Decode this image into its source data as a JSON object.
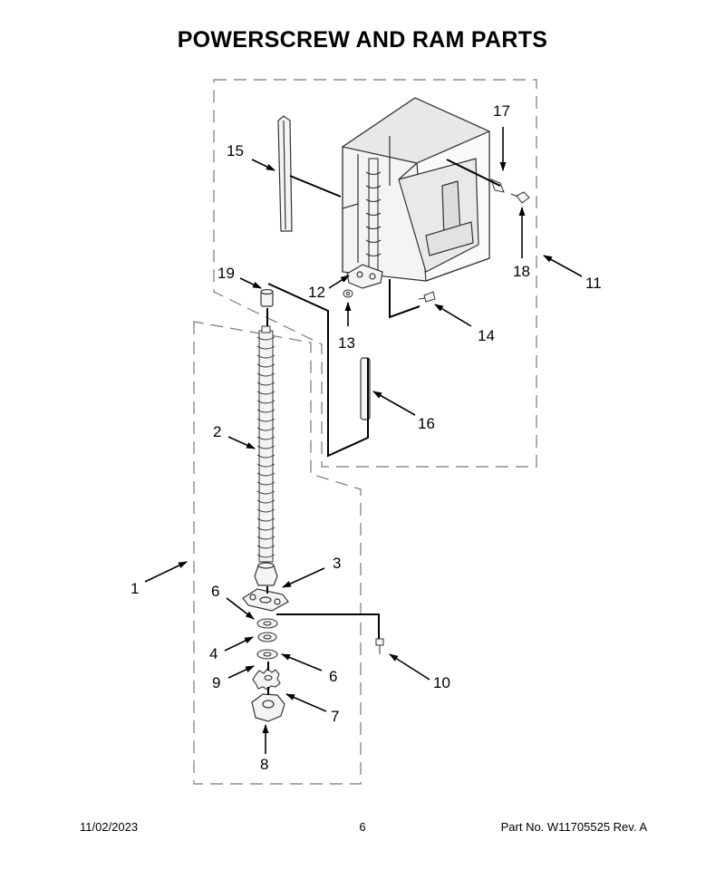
{
  "page": {
    "title": "POWERSCREW AND RAM PARTS",
    "date": "11/02/2023",
    "page_number": "6",
    "part_number": "Part No.  W11705525  Rev.  A"
  },
  "callouts": {
    "c1": "1",
    "c2": "2",
    "c3": "3",
    "c4": "4",
    "c6a": "6",
    "c6b": "6",
    "c7": "7",
    "c8": "8",
    "c9": "9",
    "c10": "10",
    "c11": "11",
    "c12": "12",
    "c13": "13",
    "c14": "14",
    "c15": "15",
    "c16": "16",
    "c17": "17",
    "c18": "18",
    "c19": "19"
  },
  "colors": {
    "line": "#000000",
    "dash": "#777777",
    "part_fill": "#f4f4f4",
    "part_stroke": "#333333"
  }
}
